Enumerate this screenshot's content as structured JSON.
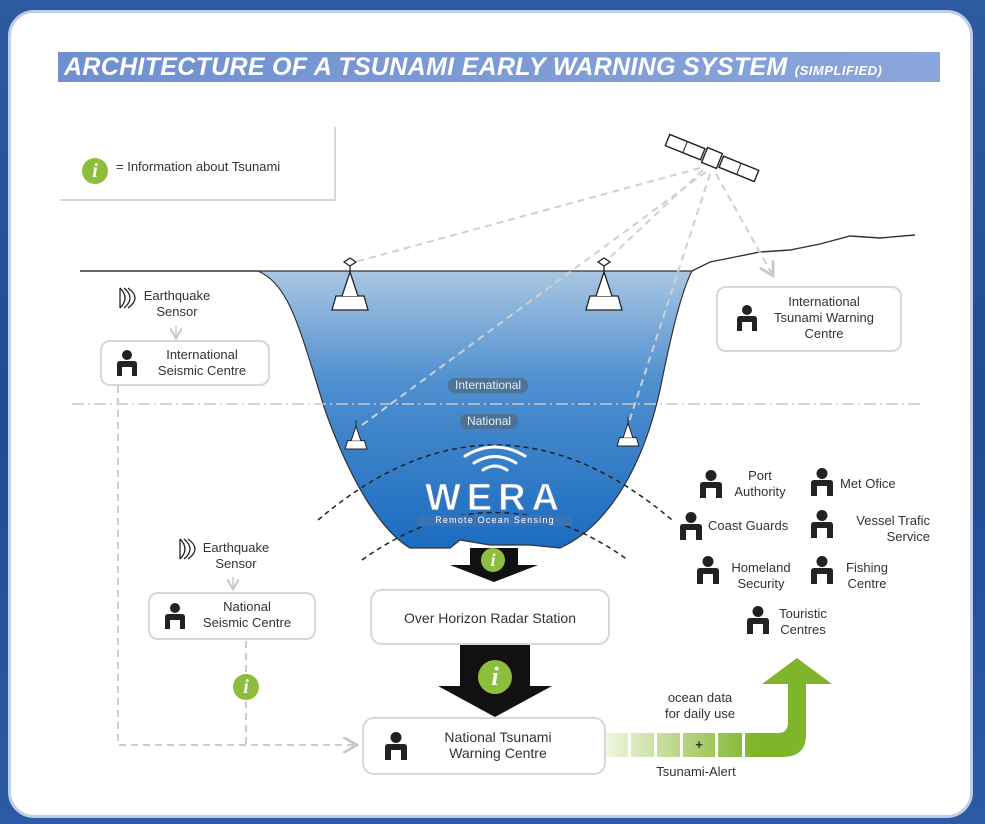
{
  "title": {
    "main": "ARCHITECTURE OF A TSUNAMI EARLY WARNING SYSTEM",
    "sub": "(SIMPLIFIED)"
  },
  "legend": {
    "icon": "i",
    "text": "= Information about Tsunami"
  },
  "sensors": {
    "international": "Earthquake\nSensor",
    "national": "Earthquake\nSensor"
  },
  "centres": {
    "international_seismic": "International\nSeismic Centre",
    "international_tsunami": "International\nTsunami Warning\nCentre",
    "national_seismic": "National\nSeismic Centre",
    "national_tsunami": "National Tsunami\nWarning Centre",
    "radar_station": "Over Horizon Radar Station"
  },
  "zones": {
    "international": "International",
    "national": "National"
  },
  "wera": {
    "logo": "WERA",
    "tagline": "Remote Ocean Sensing"
  },
  "info_marker": "i",
  "recipients": [
    "Port\nAuthority",
    "Met Ofice",
    "Coast Guards",
    "Vessel Trafic\nService",
    "Homeland\nSecurity",
    "Fishing\nCentre",
    "Touristic\nCentres"
  ],
  "flow": {
    "daily": "ocean data\nfor daily use",
    "plus": "+",
    "alert": "Tsunami-Alert"
  },
  "colors": {
    "accent_green": "#8cbd3c",
    "title_bar": "#7996d4",
    "background": "#2457a0"
  }
}
